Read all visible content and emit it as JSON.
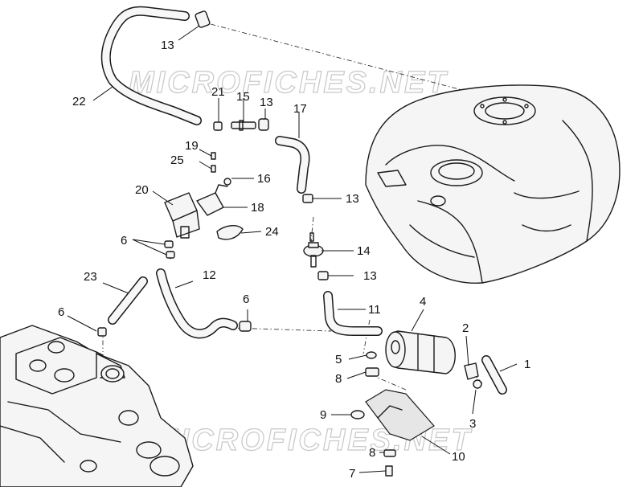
{
  "watermark": {
    "text": "MICROFICHES.NET"
  },
  "callouts": {
    "c1": "1",
    "c2": "2",
    "c3": "3",
    "c4": "4",
    "c5": "5",
    "c6a": "6",
    "c6b": "6",
    "c6c": "6",
    "c7": "7",
    "c8a": "8",
    "c8b": "8",
    "c9": "9",
    "c10": "10",
    "c11": "11",
    "c12": "12",
    "c13a": "13",
    "c13b": "13",
    "c13c": "13",
    "c13d": "13",
    "c14": "14",
    "c15": "15",
    "c16": "16",
    "c17": "17",
    "c18": "18",
    "c19": "19",
    "c20": "20",
    "c21": "21",
    "c22": "22",
    "c23": "23",
    "c24": "24",
    "c25": "25"
  }
}
